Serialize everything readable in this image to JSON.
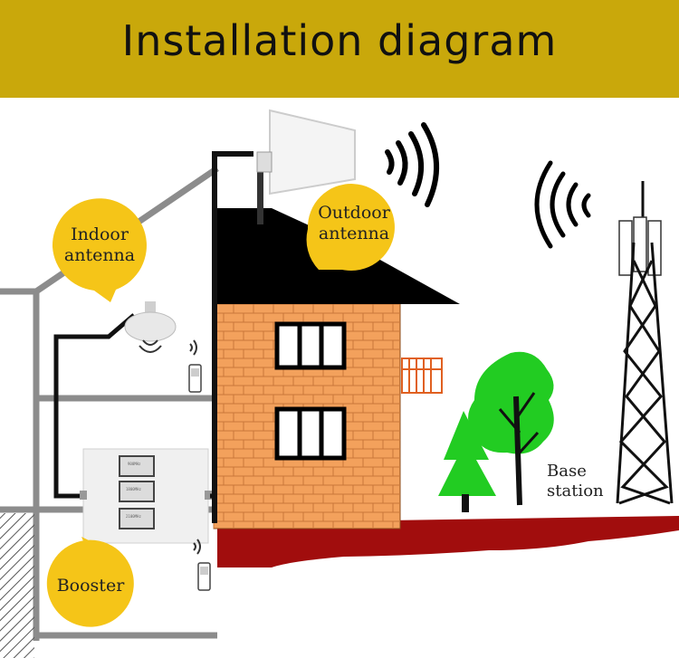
{
  "title": "Installation diagram",
  "callouts": {
    "indoor_antenna": "Indoor\nantenna",
    "outdoor_antenna": "Outdoor\nantenna",
    "booster": "Booster",
    "base_station": "Base\nstation"
  },
  "booster_panels": [
    "900MHz",
    "1800MHz",
    "2100MHz"
  ],
  "colors": {
    "header": "#c9a80b",
    "callout": "#f5c518",
    "brick": "#f3a15c",
    "roof": "#000000",
    "ground": "#a10d0d",
    "tree": "#22cc22",
    "gray_house": "#8c8c8c"
  }
}
